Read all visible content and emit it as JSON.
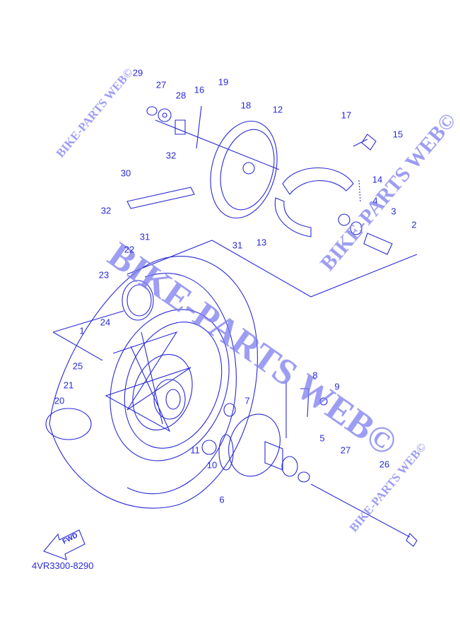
{
  "diagram": {
    "part_code": "4VR3300-8290",
    "fwd_label": "FWD",
    "watermark": "BIKE-PARTS WEB©",
    "callouts": [
      "29",
      "27",
      "28",
      "16",
      "19",
      "18",
      "12",
      "17",
      "15",
      "32",
      "30",
      "32",
      "31",
      "14",
      "4",
      "3",
      "2",
      "31",
      "13",
      "22",
      "23",
      "24",
      "1",
      "25",
      "21",
      "20",
      "8",
      "9",
      "7",
      "5",
      "27",
      "26",
      "11",
      "10",
      "6"
    ],
    "line_color": "#2a2ad8"
  }
}
